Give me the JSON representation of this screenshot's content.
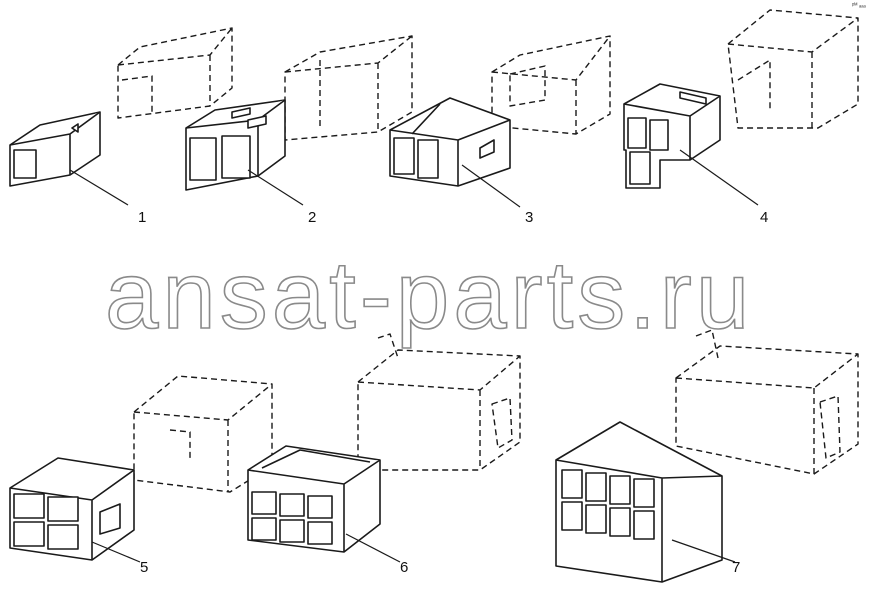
{
  "watermark": "ansat-parts.ru",
  "corner_code": "ᵖᴹ ₐₐₐ",
  "callouts": [
    "1",
    "2",
    "3",
    "4",
    "5",
    "6",
    "7"
  ]
}
